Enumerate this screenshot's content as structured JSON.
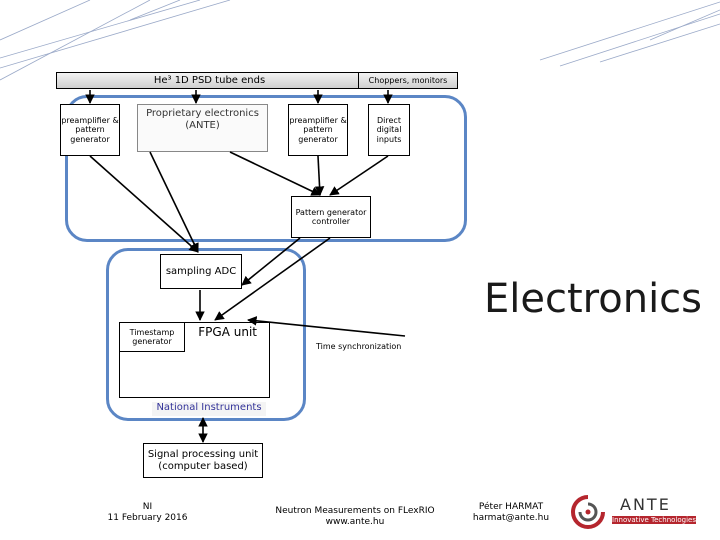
{
  "slide_title": "Electronics",
  "top_bars": {
    "left_label": "He³ 1D PSD tube ends",
    "right_label": "Choppers, monitors"
  },
  "boxes": {
    "preamp_left": "preamplifier & pattern generator",
    "proprietary": "Proprietary electronics (ANTE)",
    "preamp_right": "preamplifier & pattern generator",
    "direct_inputs": "Direct digital inputs",
    "pattern_controller": "Pattern generator controller",
    "sampling_adc": "sampling ADC",
    "timestamp": "Timestamp generator",
    "fpga": "FPGA unit",
    "signal_processing": "Signal processing unit (computer based)"
  },
  "labels": {
    "time_sync": "Time synchronization",
    "national_instruments": "National Instruments"
  },
  "footer": {
    "left_line1": "NI",
    "left_line2": "11 February 2016",
    "center_line1": "Neutron Measurements on FLexRIO",
    "center_line2": "www.ante.hu",
    "right_line1": "Péter HARMAT",
    "right_line2": "harmat@ante.hu"
  },
  "logo": {
    "name": "ANTE",
    "tagline": "Innovative Technologies"
  },
  "colors": {
    "group_border": "#5b86c5",
    "ni_label": "#333399",
    "logo_red": "#b5262e"
  }
}
